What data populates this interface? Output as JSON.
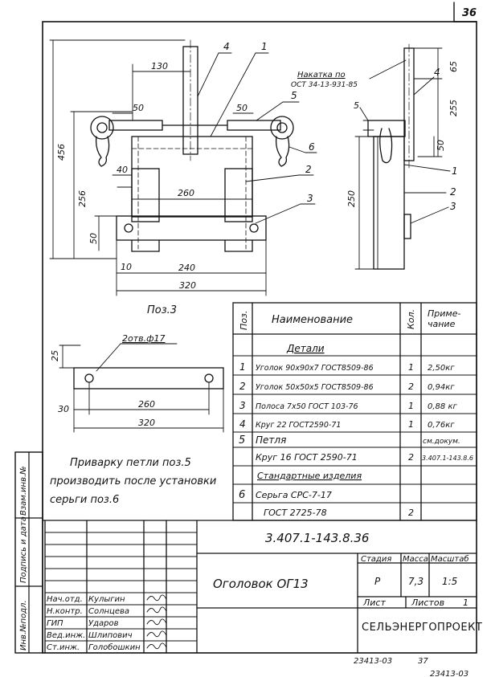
{
  "sheet": {
    "page_number": "36",
    "designation": "3.407.1-143.8.36",
    "title": "Оголовок ОГ13",
    "organization": "СЕЛЬЭНЕРГОПРОЕКТ",
    "inventory_bottom": "23413-03",
    "format_number": "37",
    "inventory_corner": "23413-03"
  },
  "stamp": {
    "col_stage": "Стадия",
    "col_mass": "Масса",
    "col_scale": "Масштаб",
    "stage": "Р",
    "mass": "7,3",
    "scale": "1:5",
    "sheet_label": "Лист",
    "sheets_label": "Листов",
    "sheets_value": "1"
  },
  "signatures": [
    {
      "role": "Нач.отд.",
      "name": "Кулыгин"
    },
    {
      "role": "Н.контр.",
      "name": "Солнцева"
    },
    {
      "role": "ГИП",
      "name": "Ударов"
    },
    {
      "role": "Вед.инж.",
      "name": "Шлипович"
    },
    {
      "role": "Ст.инж.",
      "name": "Голобошкин"
    }
  ],
  "side_labels": {
    "replace_inv": "Взам.инв.№",
    "signature_date": "Подпись и дата",
    "orig_inv": "Инв.№подл."
  },
  "spec": {
    "headers": {
      "pos": "Поз.",
      "name": "Наименование",
      "qty": "Кол.",
      "note": "Приме-\nчание"
    },
    "section_details": "Детали",
    "rows": [
      {
        "pos": "1",
        "name": "Уголок 90х90х7 ГОСТ8509-86",
        "qty": "1",
        "note": "2,50кг"
      },
      {
        "pos": "2",
        "name": "Уголок 50х50х5 ГОСТ8509-86",
        "qty": "2",
        "note": "0,94кг"
      },
      {
        "pos": "3",
        "name": "Полоса 7х50 ГОСТ 103-76",
        "qty": "1",
        "note": "0,88 кг"
      },
      {
        "pos": "4",
        "name": "Круг 22 ГОСТ2590-71",
        "qty": "1",
        "note": "0,76кг"
      }
    ],
    "row5": {
      "pos": "5",
      "name": "Петля",
      "note": "см.докум."
    },
    "row5b": {
      "name": "Круг 16 ГОСТ 2590-71",
      "qty": "2",
      "note": "3.407.1-143.8.6"
    },
    "section_standard": "Стандартные изделия",
    "row6": {
      "pos": "6",
      "name": "Серьга СРС-7-17"
    },
    "row6b": {
      "name": "ГОСТ 2725-78",
      "qty": "2"
    }
  },
  "front_view": {
    "dims": {
      "d130": "130",
      "d50a": "50",
      "d50b": "50",
      "d456": "456",
      "d256": "256",
      "d40": "40",
      "d260": "260",
      "d50c": "50",
      "d10": "10",
      "d240": "240",
      "d320": "320"
    },
    "pos_labels": {
      "p4": "4",
      "p1": "1",
      "p5": "5",
      "p6": "6",
      "p2": "2",
      "p3": "3"
    }
  },
  "side_view": {
    "note_line1": "Накатка по",
    "note_line2": "ОСТ 34-13-931-85",
    "dims": {
      "d65": "65",
      "d255": "255",
      "d5": "5",
      "d50": "50",
      "d250": "250"
    },
    "pos_labels": {
      "p4": "4",
      "p1": "1",
      "p2": "2",
      "p3": "3"
    }
  },
  "detail_pos3": {
    "title": "Поз.3",
    "holes": "2отв.ф17",
    "dims": {
      "d25": "25",
      "d30": "30",
      "d260": "260",
      "d320": "320"
    }
  },
  "note": {
    "line1": "Приварку петли поз.5",
    "line2": "производить после установки",
    "line3": "серьги поз.6"
  }
}
